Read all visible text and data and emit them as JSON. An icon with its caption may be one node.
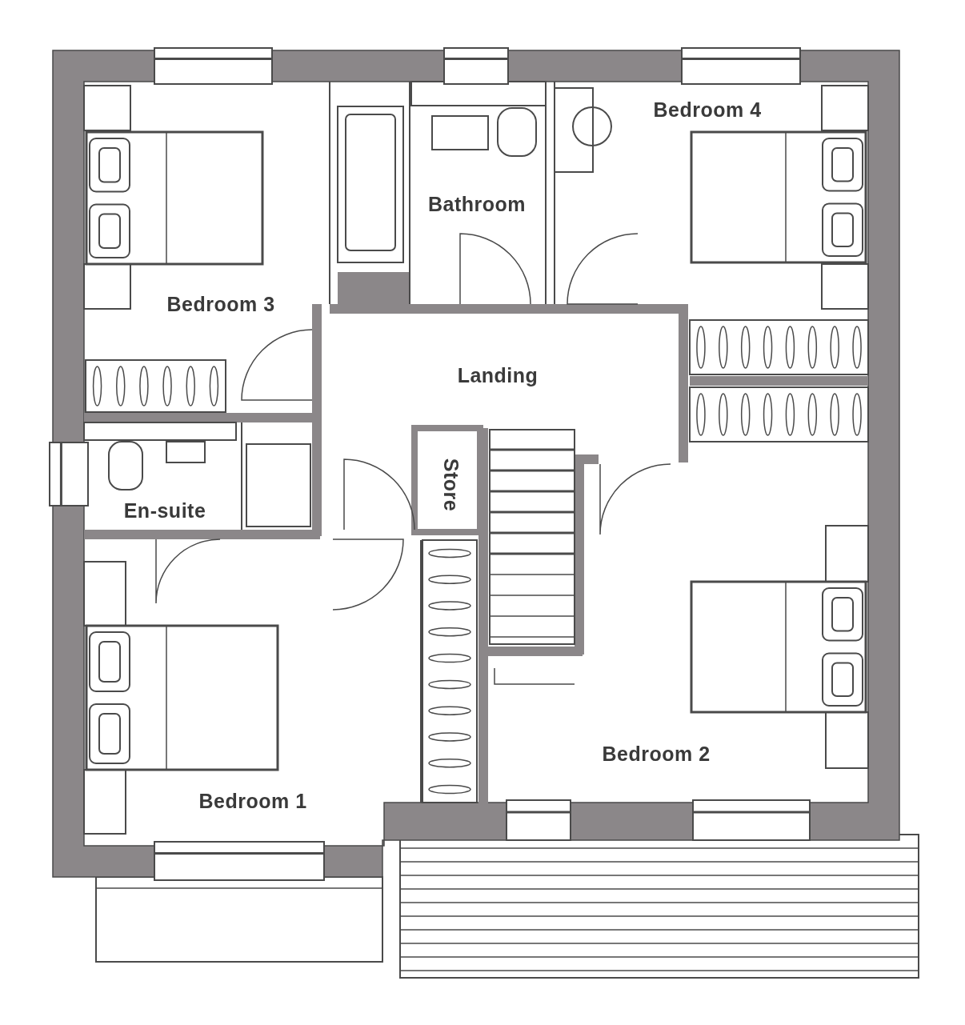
{
  "diagram": {
    "labels": [
      "Bedroom 4",
      "Bathroom",
      "Bedroom 3",
      "Landing",
      "Store",
      "En-suite",
      "Bedroom 2",
      "Bedroom 1"
    ]
  }
}
